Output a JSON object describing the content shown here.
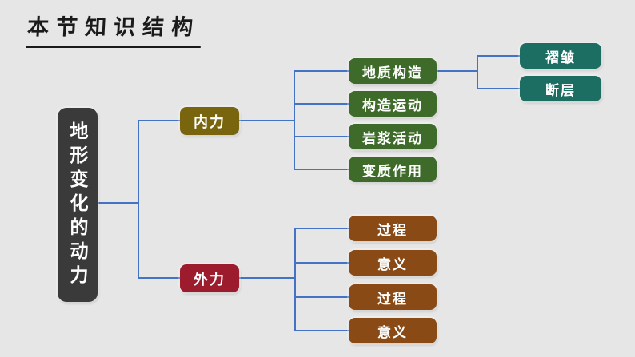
{
  "slide_title": "本节知识结构",
  "root_node": {
    "label": "地形变化的动力"
  },
  "internal_branch": {
    "label": "内力",
    "children": [
      {
        "label": "地质构造"
      },
      {
        "label": "构造运动"
      },
      {
        "label": "岩浆活动"
      },
      {
        "label": "变质作用"
      }
    ]
  },
  "geologic_structure_children": [
    {
      "label": "褶皱"
    },
    {
      "label": "断层"
    }
  ],
  "external_branch": {
    "label": "外力",
    "children": [
      {
        "label": "过程"
      },
      {
        "label": "意义"
      },
      {
        "label": "过程"
      },
      {
        "label": "意义"
      }
    ]
  },
  "colors": {
    "background": "#e7e6e6",
    "title_text": "#1a1a1a",
    "node_text": "#ffffff",
    "connector": "#4472c4",
    "root_box": "#3a3a3a",
    "internal_box": "#7a650f",
    "external_box": "#9c1c2e",
    "process_box": "#3e6b2a",
    "sub_box": "#1d6e62",
    "external_child_box": "#8a4a15"
  }
}
